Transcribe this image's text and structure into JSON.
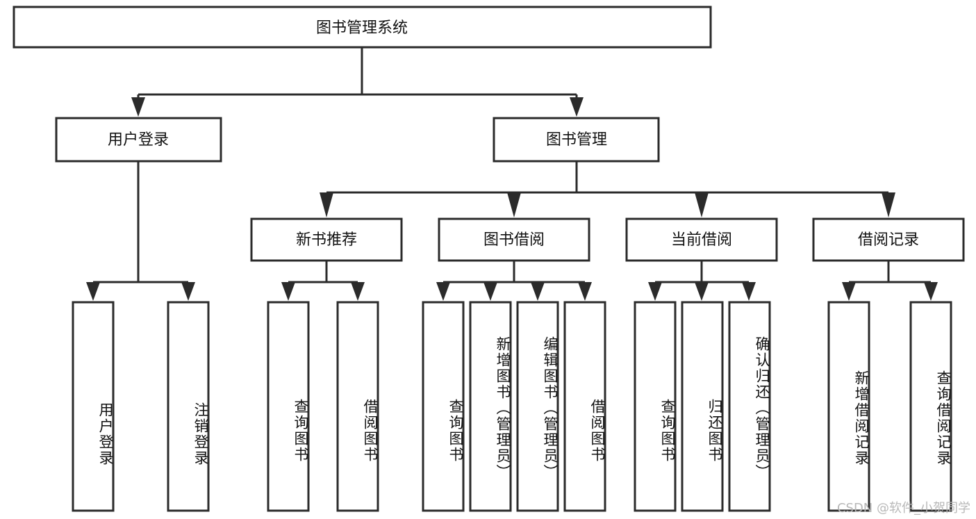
{
  "diagram": {
    "title": "图书管理系统",
    "type": "tree-hierarchy",
    "root": {
      "id": "root",
      "label": "图书管理系统"
    },
    "level2": [
      {
        "id": "user-login",
        "label": "用户登录"
      },
      {
        "id": "book-management",
        "label": "图书管理"
      }
    ],
    "level3": [
      {
        "id": "new-book-recommend",
        "label": "新书推荐",
        "parent": "book-management"
      },
      {
        "id": "book-borrow",
        "label": "图书借阅",
        "parent": "book-management"
      },
      {
        "id": "current-borrow",
        "label": "当前借阅",
        "parent": "book-management"
      },
      {
        "id": "borrow-record",
        "label": "借阅记录",
        "parent": "book-management"
      }
    ],
    "leaves": {
      "user-login": [
        {
          "id": "leaf-user-login",
          "label": "用户登录"
        },
        {
          "id": "leaf-logout-login",
          "label": "注销登录"
        }
      ],
      "new-book-recommend": [
        {
          "id": "leaf-query-book-1",
          "label": "查询图书"
        },
        {
          "id": "leaf-borrow-book-1",
          "label": "借阅图书"
        }
      ],
      "book-borrow": [
        {
          "id": "leaf-query-book-2",
          "label": "查询图书"
        },
        {
          "id": "leaf-add-book",
          "label": "新增图书（管理员）"
        },
        {
          "id": "leaf-edit-book",
          "label": "编辑图书（管理员）"
        },
        {
          "id": "leaf-borrow-book-2",
          "label": "借阅图书"
        }
      ],
      "current-borrow": [
        {
          "id": "leaf-query-book-3",
          "label": "查询图书"
        },
        {
          "id": "leaf-return-book",
          "label": "归还图书"
        },
        {
          "id": "leaf-confirm-return",
          "label": "确认归还（管理员）"
        }
      ],
      "borrow-record": [
        {
          "id": "leaf-add-record",
          "label": "新增借阅记录"
        },
        {
          "id": "leaf-query-record",
          "label": "查询借阅记录"
        }
      ]
    }
  },
  "watermark": {
    "text": "CSDN @软件_小贺同学"
  },
  "colors": {
    "stroke": "#2b2b2b",
    "box_fill": "#ffffff",
    "text": "#111111",
    "background": "#ffffff",
    "watermark": "#b8b8b8"
  }
}
